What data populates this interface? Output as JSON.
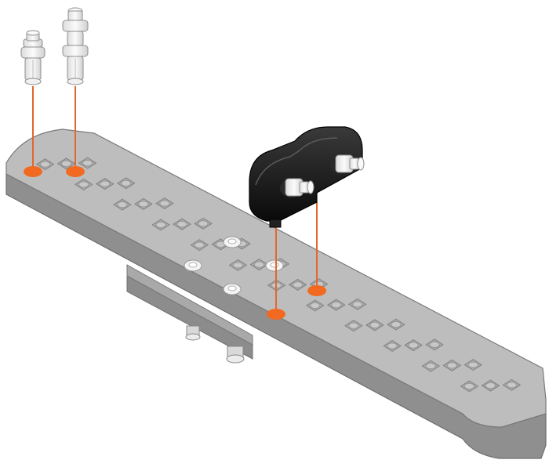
{
  "diagram": {
    "type": "assembly-instruction",
    "colors": {
      "background": "#ffffff",
      "beam_top": "#b9b9b9",
      "beam_side": "#8f8f8f",
      "beam_edge": "#7a7a7a",
      "pocket": "#a6a6a6",
      "guide_line": "#e2672c",
      "target_dot": "#f26a21",
      "connector_pin": "#eeeeee",
      "pin_outline": "#9a9a9a",
      "bracket": "#111111",
      "installed_pin": "#f4f4f4"
    },
    "parts": [
      {
        "name": "beam",
        "icon": "perforated-beam"
      },
      {
        "name": "short-pin",
        "icon": "connector-pin"
      },
      {
        "name": "long-pin",
        "icon": "double-connector-pin"
      },
      {
        "name": "bracket",
        "icon": "black-dual-bracket"
      }
    ],
    "insertion_points": 4,
    "installed_pins": 4
  }
}
